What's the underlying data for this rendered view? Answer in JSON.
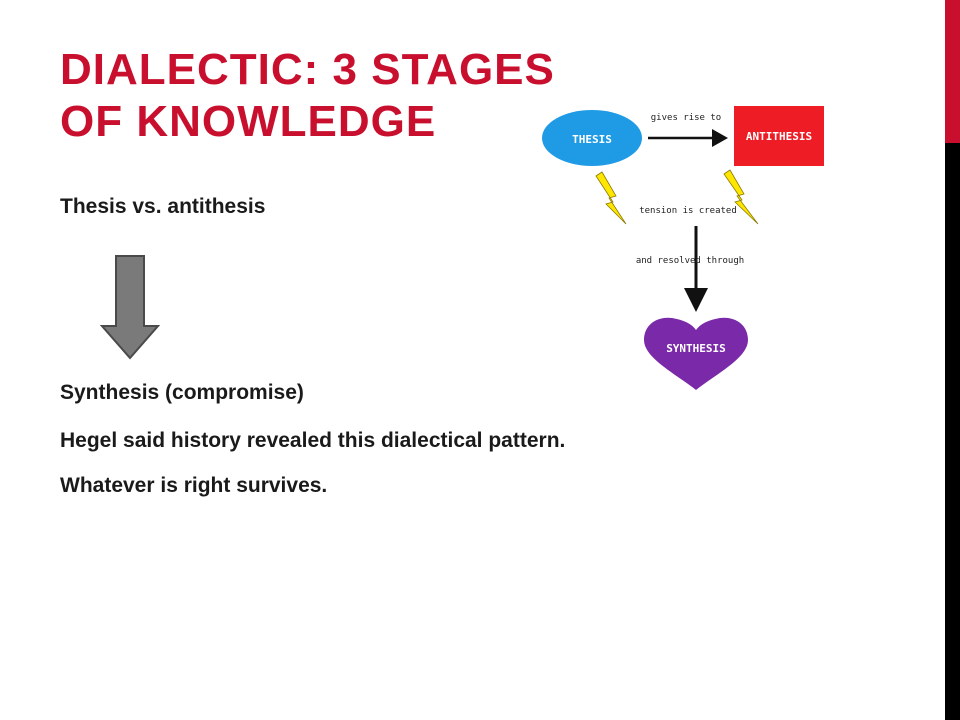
{
  "slide": {
    "title_lines": [
      "DIALECTIC: 3 STAGES",
      "OF KNOWLEDGE"
    ],
    "bullets": [
      "Thesis vs. antithesis",
      "Synthesis (compromise)",
      "Hegel said history revealed this dialectical pattern.",
      "Whatever is right survives."
    ]
  },
  "diagram": {
    "thesis": "THESIS",
    "antithesis": "ANTITHESIS",
    "synthesis": "SYNTHESIS",
    "gives_rise_to": "gives rise to",
    "tension_is_created": "tension is created",
    "and_resolved_through": "and resolved through"
  },
  "colors": {
    "accent": "#c8102e",
    "edge_dark": "#000000",
    "thesis": "#1f9be6",
    "antithesis": "#ee1c24",
    "synthesis": "#7a2aa8",
    "lightning": "#ffe600",
    "arrow_gray": "#7a7a7a"
  },
  "icons": {
    "down_arrow": "down-arrow-icon",
    "lightning": "lightning-bolt-icon",
    "heart": "heart-icon"
  }
}
